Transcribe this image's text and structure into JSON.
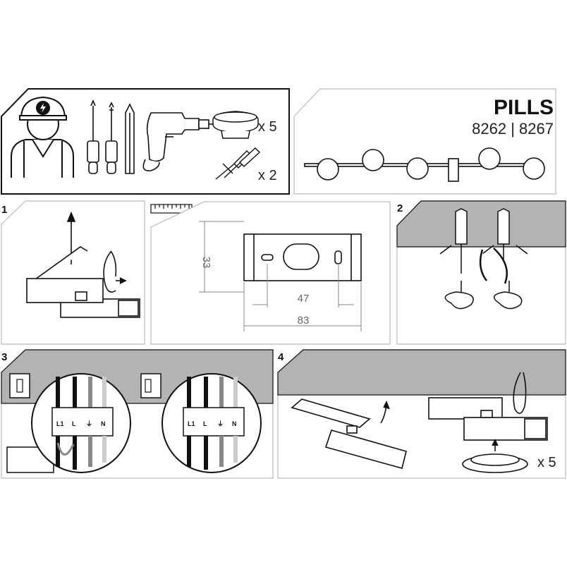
{
  "product": {
    "name": "PILLS",
    "codes": "8262 | 8267"
  },
  "tools": {
    "bulb_qty": "x 5",
    "dowel_qty": "x 2"
  },
  "steps": {
    "s1": "1",
    "s2": "2",
    "s3": "3",
    "s4": "4"
  },
  "dimensions": {
    "height": "33",
    "hole_spacing": "47",
    "width": "83"
  },
  "terminals": {
    "l1": "L1",
    "l": "L",
    "n": "N",
    "earth": "⏚"
  },
  "mounting": {
    "bulb_qty": "x 5"
  }
}
